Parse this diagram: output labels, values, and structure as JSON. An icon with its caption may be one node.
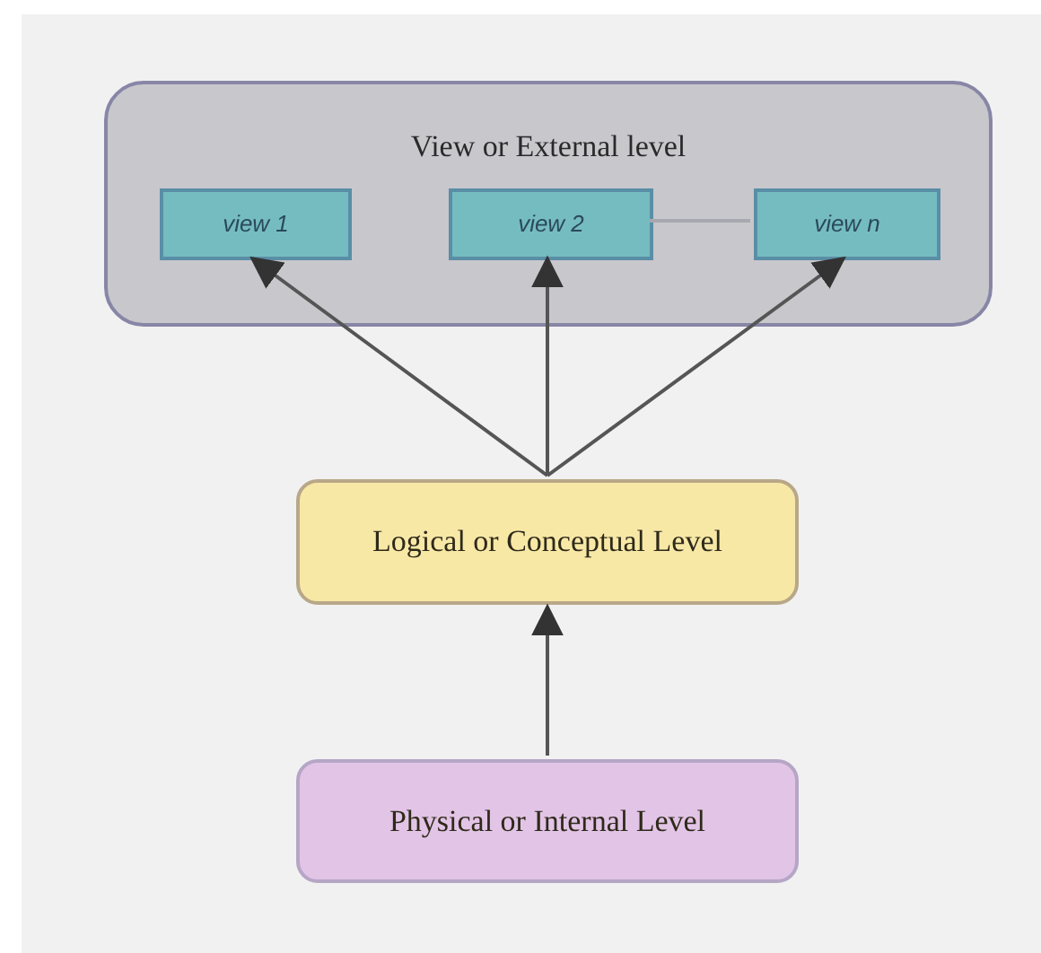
{
  "diagram": {
    "nodes": [
      {
        "text": [
          "View or External level"
        ]
      },
      {
        "text": [
          "view 1"
        ],
        "in": 0
      },
      {
        "text": [
          "view 2"
        ],
        "in": 0
      },
      {
        "text": [
          "view n"
        ],
        "in": 0
      },
      {
        "text": [
          "Logical or Conceptual Level"
        ]
      },
      {
        "text": [
          "Physical or Internal Level"
        ]
      }
    ],
    "edges": [
      {
        "from": 4,
        "to": 1,
        "arrow": "to"
      },
      {
        "from": 4,
        "to": 2,
        "arrow": "to"
      },
      {
        "from": 4,
        "to": 3,
        "arrow": "to"
      },
      {
        "from": 2,
        "to": 3,
        "arrow": "none",
        "color": "#a8a8b0"
      },
      {
        "from": 5,
        "to": 4,
        "arrow": "to"
      }
    ]
  }
}
